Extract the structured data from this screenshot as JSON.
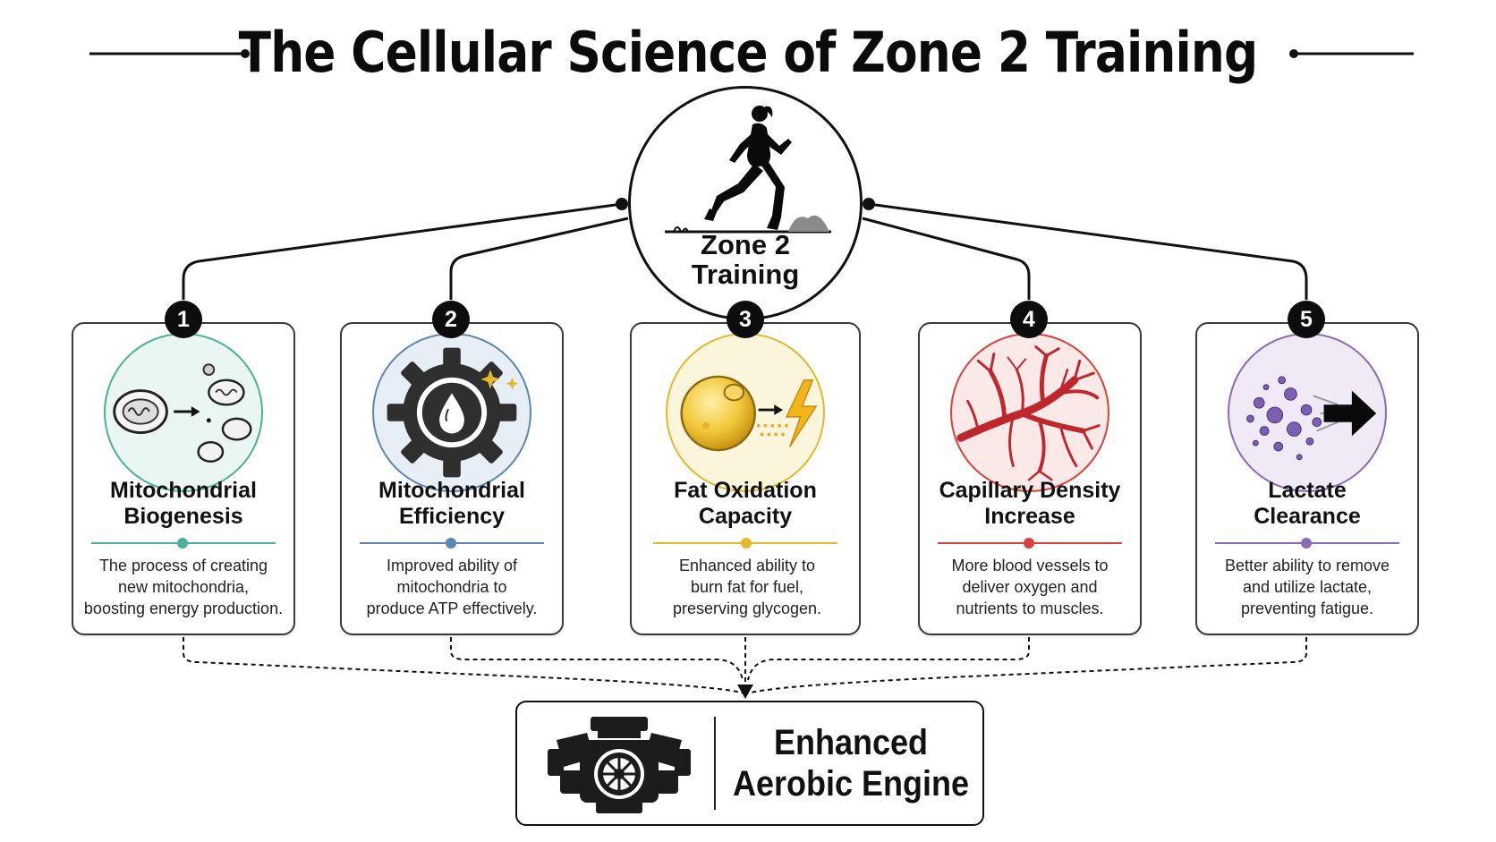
{
  "title": "The Cellular Science of Zone 2 Training",
  "hub": {
    "label_line1": "Zone 2",
    "label_line2": "Training",
    "icon": "runner-icon"
  },
  "benefits": [
    {
      "number": "1",
      "title_line1": "Mitochondrial",
      "title_line2": "Biogenesis",
      "desc_line1": "The process of creating",
      "desc_line2": "new mitochondria,",
      "desc_line3": "boosting energy production.",
      "icon": "mitochondria-division-icon",
      "color": "#4caf9a",
      "bg": "#e9f6f1"
    },
    {
      "number": "2",
      "title_line1": "Mitochondrial",
      "title_line2": "Efficiency",
      "desc_line1": "Improved ability of",
      "desc_line2": "mitochondria to",
      "desc_line3": "produce ATP effectively.",
      "icon": "gear-drop-icon",
      "color": "#5b86b4",
      "bg": "#e8eef6"
    },
    {
      "number": "3",
      "title_line1": "Fat Oxidation",
      "title_line2": "Capacity",
      "desc_line1": "Enhanced ability to",
      "desc_line2": "burn fat for fuel,",
      "desc_line3": "preserving glycogen.",
      "icon": "fat-cell-lightning-icon",
      "color": "#e3b92b",
      "bg": "#fbf5dc"
    },
    {
      "number": "4",
      "title_line1": "Capillary Density",
      "title_line2": "Increase",
      "desc_line1": "More blood vessels to",
      "desc_line2": "deliver oxygen and",
      "desc_line3": "nutrients to muscles.",
      "icon": "capillary-network-icon",
      "color": "#d9423a",
      "bg": "#fbe9e7"
    },
    {
      "number": "5",
      "title_line1": "Lactate",
      "title_line2": "Clearance",
      "desc_line1": "Better ability to remove",
      "desc_line2": "and utilize lactate,",
      "desc_line3": "preventing fatigue.",
      "icon": "lactate-particles-arrow-icon",
      "color": "#8a6bb8",
      "bg": "#efeaf6"
    }
  ],
  "outcome": {
    "line1": "Enhanced",
    "line2": "Aerobic Engine",
    "icon": "engine-icon"
  }
}
